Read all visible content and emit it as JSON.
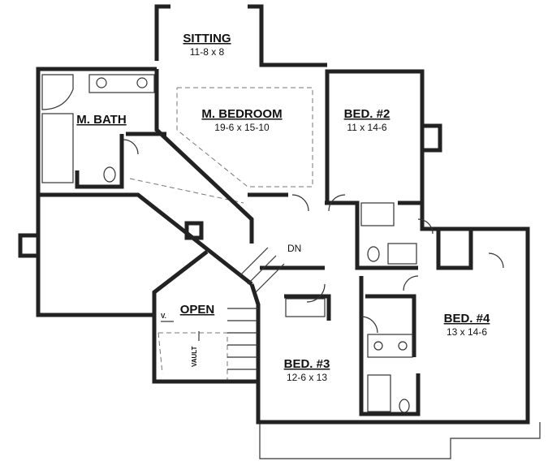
{
  "rooms": {
    "sitting": {
      "name": "SITTING",
      "size": "11-8 x 8"
    },
    "master_bath": {
      "name": "M. BATH"
    },
    "master_bedroom": {
      "name": "M. BEDROOM",
      "size": "19-6 x 15-10"
    },
    "bed2": {
      "name": "BED. #2",
      "size": "11 x 14-6"
    },
    "bed3": {
      "name": "BED. #3",
      "size": "12-6 x 13"
    },
    "bed4": {
      "name": "BED. #4",
      "size": "13 x 14-6"
    },
    "open": {
      "name": "OPEN"
    }
  },
  "annotations": {
    "stairs_down": "DN",
    "vault": "VAULT",
    "v_mark": "V."
  }
}
